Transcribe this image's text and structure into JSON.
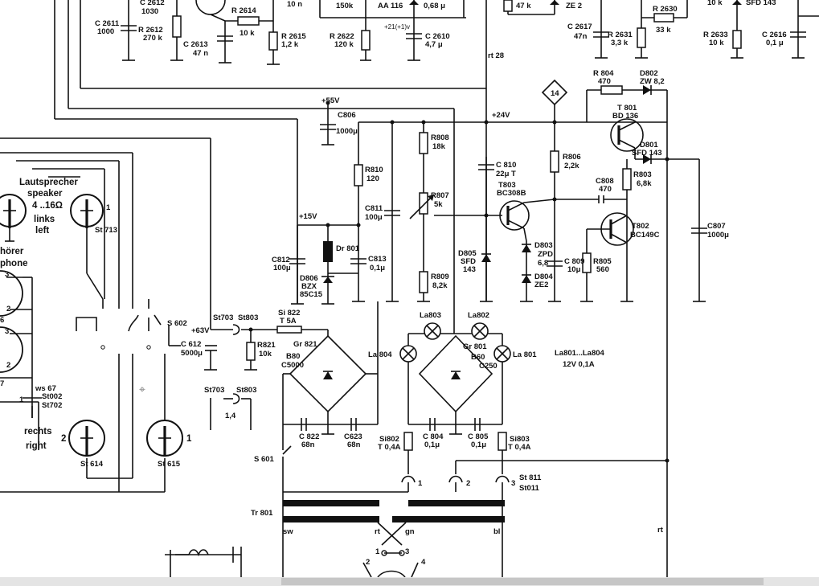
{
  "top_row": {
    "c2611": "C 2611",
    "c2611_v": "1000",
    "c2612": "C 2612",
    "c2612_v": "1030",
    "r2612": "R 2612",
    "r2612_v": "270 k",
    "r2614": "R 2614",
    "r2614_v": "10 k",
    "c2613": "C 2613",
    "c2613_v": "47 n",
    "r2615": "R 2615",
    "r2615_v": "1,2 k",
    "top10n": "10 n",
    "top150k": "150k",
    "aa116": "AA 116",
    "top068": "0,68 μ",
    "top47k": "47 k",
    "ze2": "ZE 2",
    "r2622": "R 2622",
    "r2622_v": "120 k",
    "rail21": "+21(+1)v",
    "c2610": "C 2610",
    "c2610_v": "4,7 μ",
    "c2617": "C 2617",
    "c2617_v": "47n",
    "r2631": "R 2631",
    "r2631_v": "3,3 k",
    "r2630": "R 2630",
    "r2630_v": "33 k",
    "top10k_a": "10 k",
    "r2633": "R 2633",
    "r2633_v": "10 k",
    "sfd143_top": "SFD 143",
    "c2616": "C 2616",
    "c2616_v": "0,1 μ"
  },
  "rails": {
    "p55": "+55V",
    "p24": "+24V",
    "p15": "+15V",
    "p63": "+63V",
    "rt28": "rt 28",
    "rt": "rt"
  },
  "components": {
    "c806": "C806",
    "c806_v": "1000μ",
    "r808": "R808",
    "r808_v": "18k",
    "r810": "R810",
    "r810_v": "120",
    "c810": "C 810",
    "c810_v": "22μ T",
    "r806": "R806",
    "r806_v": "2,2k",
    "t803": "T803",
    "t803_type": "BC308B",
    "r807": "R807",
    "r807_v": "5k",
    "c811": "C811",
    "c811_v": "100μ",
    "dr801": "Dr 801",
    "c812": "C812",
    "c812_v": "100μ",
    "c813": "C813",
    "c813_v": "0,1μ",
    "d806": "D806",
    "d806_v1": "BZX",
    "d806_v2": "85C15",
    "d805": "D805",
    "d805_v1": "SFD",
    "d805_v2": "143",
    "r809": "R809",
    "r809_v": "8,2k",
    "d803": "D803",
    "d803_v1": "ZPD",
    "d803_v2": "6,8",
    "d804": "D804",
    "d804_v": "ZE2",
    "c809": "C 809",
    "c809_v": "10μ",
    "r805": "R805",
    "r805_v": "560",
    "r804": "R 804",
    "r804_v": "470",
    "d802": "D802",
    "d802_v": "ZW 8,2",
    "t801": "T 801",
    "t801_type": "BD 136",
    "d801": "D801",
    "d801_v": "SFD 143",
    "c808": "C808",
    "c808_v": "470",
    "r803": "R803",
    "r803_v": "6,8k",
    "t802": "T802",
    "t802_type": "BC149C",
    "c807": "C807",
    "c807_v": "1000μ",
    "node14": "14"
  },
  "power": {
    "si822": "Si 822",
    "si822_v": "T 5A",
    "gr821": "Gr 821",
    "gr821_v1": "B80",
    "gr821_v2": "C5000",
    "r821": "R821",
    "r821_v": "10k",
    "c612": "C 612",
    "c612_v": "5000μ",
    "c822": "C 822",
    "c822_v": "68n",
    "c823": "C623",
    "c823_v": "68n",
    "la803": "La803",
    "la802": "La802",
    "la804": "La 804",
    "la801": "La 801",
    "gr801": "Gr 801",
    "gr801_v1": "B60",
    "gr801_v2": "C250",
    "la_note1": "La801...La804",
    "la_note2": "12V  0,1A",
    "si802": "Si802",
    "si802_v": "T 0,4A",
    "c804": "C 804",
    "c804_v": "0,1μ",
    "c805": "C 805",
    "c805_v": "0,1μ",
    "si803": "Si803",
    "si803_v": "T 0,4A",
    "st811": "St 811",
    "st1011": "St011",
    "pin1": "1",
    "pin2": "2",
    "pin3": "3",
    "s601": "S 601",
    "tr801": "Tr 801",
    "sw": "sw",
    "rt": "rt",
    "gn": "gn",
    "bl": "bl",
    "w1": "1",
    "w2": "2",
    "w3": "3",
    "w4": "4",
    "st703": "St703",
    "st803": "St803",
    "st703b": "St703",
    "st803b": "St803",
    "st_14": "1,4"
  },
  "speakers": {
    "ls_de": "Lautsprecher",
    "ls_en": "speaker",
    "ls_imp": "4 ..16Ω",
    "links": "links",
    "left": "left",
    "st713": "St 713",
    "st713_pin": "1",
    "hoerer": "hörer",
    "phone": "phone",
    "j3": "3",
    "j2": "2",
    "j6": "6",
    "j3b": "3",
    "j2b": "2",
    "j7": "7",
    "ws67": "ws 67",
    "st002": "St002",
    "st702": "St702",
    "st_pin1": "1",
    "rechts": "rechts",
    "right": "right",
    "st614": "St 614",
    "st614_pin": "2",
    "st615": "St 615",
    "st615_pin": "1",
    "s602": "S 602"
  }
}
